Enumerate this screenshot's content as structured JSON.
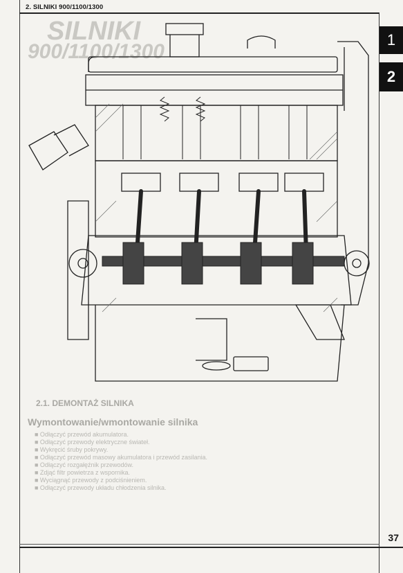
{
  "header": {
    "title": "2. SILNIKI 900/1100/1300"
  },
  "tabs": [
    {
      "label": "1"
    },
    {
      "label": "2"
    }
  ],
  "ghost": {
    "silniki": "SILNIKI",
    "nums": "900/1100/1300"
  },
  "bleed_through": {
    "section": "2.1.    DEMONTAŻ SILNIKA",
    "subtitle": "Wymontowanie/wmontowanie silnika",
    "lines": [
      "■  Odłączyć przewód akumulatora.",
      "■  Odłączyć przewody elektryczne świateł.",
      "■  Wykręcić śruby pokrywy.",
      "■  Odłączyć przewód masowy akumulatora i przewód zasilania.",
      "■  Odłączyć rozgałęźnik przewodów.",
      "■  Zdjąć filtr powietrza z wspornika.",
      "■  Wyciągnąć przewody z podciśnieniem.",
      "■  Odłączyć przewody układu chłodzenia silnika."
    ]
  },
  "page_number": "37",
  "colors": {
    "ink": "#1a1a1a",
    "paper": "#f4f3ef",
    "tab": "#111111"
  }
}
